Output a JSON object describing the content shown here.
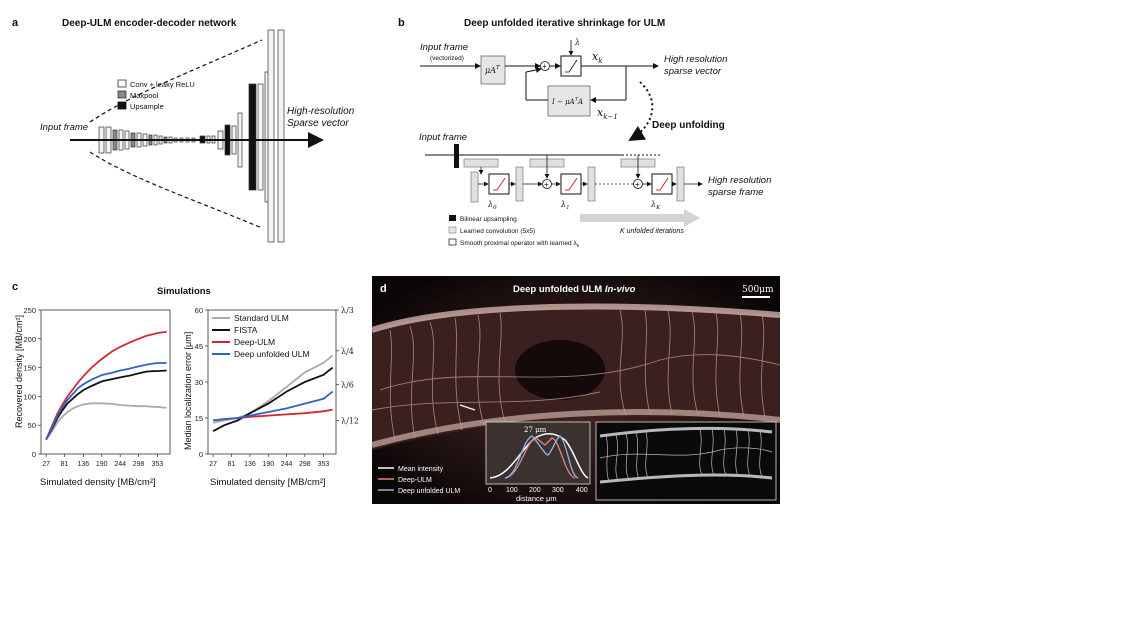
{
  "panel_a": {
    "letter": "a",
    "title": "Deep-ULM encoder-decoder network",
    "legend": [
      "Conv + leaky ReLU",
      "Maxpool",
      "Upsample"
    ],
    "input_label": "Input frame",
    "output_label_1": "High-resolution",
    "output_label_2": "Sparse vector"
  },
  "panel_b": {
    "letter": "b",
    "title": "Deep unfolded iterative shrinkage for ULM",
    "input_frame": "Input frame",
    "vectorized": "(vectorized)",
    "mu_box": "μA",
    "mu_sup": "T",
    "lambda": "λ",
    "x_k": "x",
    "x_k_sub": "k",
    "x_k1_sub": "k−1",
    "feedback_box": "I − μA",
    "feedback_sup": "T",
    "feedback_tail": "A",
    "out_1": "High resolution",
    "out_2": "sparse vector",
    "deep_unfolding": "Deep unfolding",
    "input_frame_2": "Input frame",
    "out_3": "High resolution",
    "out_4": "sparse frame",
    "lam_sub": [
      "0",
      "1",
      "K"
    ],
    "legend": [
      "Bilinear upsampling",
      "Learned convolution (5x5)",
      "Smooth proximal operator with learned λ"
    ],
    "legend_sub": "k",
    "iterations": "K unfolded iterations"
  },
  "panel_c": {
    "letter": "c",
    "title": "Simulations",
    "colors": {
      "standard": "#aaaaaa",
      "fista": "#111111",
      "deep": "#d0282e",
      "unfolded": "#2f62c4"
    }
  },
  "panel_d": {
    "letter": "d",
    "title": "Deep unfolded ULM",
    "title_italic": "In-vivo",
    "scalebar": "500μm",
    "legend": [
      "Mean intensity",
      "Deep-ULM",
      "Deep unfolded ULM"
    ],
    "inset_label": "27 μm",
    "inset_xticks": [
      "0",
      "100",
      "200",
      "300",
      "400"
    ],
    "inset_xlabel": "distance μm"
  },
  "chart_data": [
    {
      "type": "line",
      "ylabel": "Recovered density [MB/cm²]",
      "xlabel": "Simulated density [MB/cm²]",
      "x": [
        27,
        81,
        136,
        190,
        244,
        298,
        353
      ],
      "x_ticks": [
        "27",
        "81",
        "136",
        "190",
        "244",
        "298",
        "353"
      ],
      "ylim": [
        0,
        250
      ],
      "y_ticks": [
        "0",
        "50",
        "100",
        "150",
        "200",
        "250"
      ],
      "series": [
        {
          "color": "#aaaaaa",
          "x": [
            27,
            45,
            60,
            75,
            90,
            105,
            120,
            136,
            160,
            190,
            220,
            244,
            270,
            298,
            320,
            340,
            353,
            380
          ],
          "values": [
            25,
            40,
            55,
            65,
            73,
            79,
            83,
            86,
            88,
            88,
            87,
            85,
            84,
            83,
            83,
            82,
            82,
            80
          ]
        },
        {
          "color": "#111111",
          "x": [
            27,
            45,
            60,
            75,
            90,
            105,
            120,
            136,
            160,
            190,
            220,
            244,
            270,
            298,
            320,
            340,
            353,
            380
          ],
          "values": [
            25,
            45,
            62,
            76,
            88,
            96,
            104,
            111,
            118,
            126,
            130,
            133,
            136,
            140,
            143,
            144,
            144,
            145
          ]
        },
        {
          "color": "#d0282e",
          "x": [
            27,
            45,
            60,
            75,
            90,
            105,
            120,
            136,
            160,
            190,
            220,
            244,
            270,
            298,
            320,
            340,
            353,
            380
          ],
          "values": [
            25,
            50,
            70,
            86,
            100,
            112,
            124,
            135,
            150,
            165,
            178,
            186,
            193,
            200,
            205,
            208,
            210,
            212
          ]
        },
        {
          "color": "#2f62c4",
          "x": [
            27,
            45,
            60,
            75,
            90,
            105,
            120,
            136,
            160,
            190,
            220,
            244,
            270,
            298,
            320,
            340,
            353,
            380
          ],
          "values": [
            25,
            47,
            66,
            81,
            94,
            104,
            114,
            121,
            129,
            137,
            141,
            145,
            148,
            152,
            155,
            157,
            158,
            158
          ]
        }
      ]
    },
    {
      "type": "line",
      "ylabel": "Median localization error [μm]",
      "xlabel": "Simulated density [MB/cm²]",
      "x": [
        27,
        81,
        136,
        190,
        244,
        298,
        353
      ],
      "x_ticks": [
        "27",
        "81",
        "136",
        "190",
        "244",
        "298",
        "353"
      ],
      "ylim": [
        0,
        60
      ],
      "y_ticks": [
        "0",
        "15",
        "30",
        "45",
        "60"
      ],
      "right_ticks": [
        "λ/3",
        "λ/4",
        "λ/6",
        "λ/12"
      ],
      "right_tick_values": [
        60,
        43,
        29,
        14
      ],
      "legend": [
        "Standard ULM",
        "FISTA",
        "Deep-ULM",
        "Deep unfolded ULM"
      ],
      "series": [
        {
          "name": "Standard ULM",
          "color": "#aaaaaa",
          "x": [
            27,
            60,
            100,
            136,
            190,
            244,
            298,
            353,
            380
          ],
          "values": [
            13,
            14,
            15,
            17,
            22,
            28,
            34,
            38,
            41
          ]
        },
        {
          "name": "FISTA",
          "color": "#111111",
          "x": [
            27,
            60,
            100,
            136,
            190,
            244,
            298,
            353,
            380
          ],
          "values": [
            9.5,
            12,
            14,
            17,
            21,
            26,
            30,
            33,
            36
          ]
        },
        {
          "name": "Deep-ULM",
          "color": "#d0282e",
          "x": [
            27,
            60,
            100,
            136,
            190,
            244,
            298,
            353,
            380
          ],
          "values": [
            14,
            14.5,
            15,
            15.5,
            16,
            16.5,
            17,
            17.8,
            18.5
          ]
        },
        {
          "name": "Deep unfolded ULM",
          "color": "#2f62c4",
          "x": [
            27,
            60,
            100,
            136,
            190,
            244,
            298,
            353,
            380
          ],
          "values": [
            14,
            14.5,
            15,
            16,
            17.5,
            19,
            21,
            23,
            26
          ]
        }
      ]
    }
  ]
}
